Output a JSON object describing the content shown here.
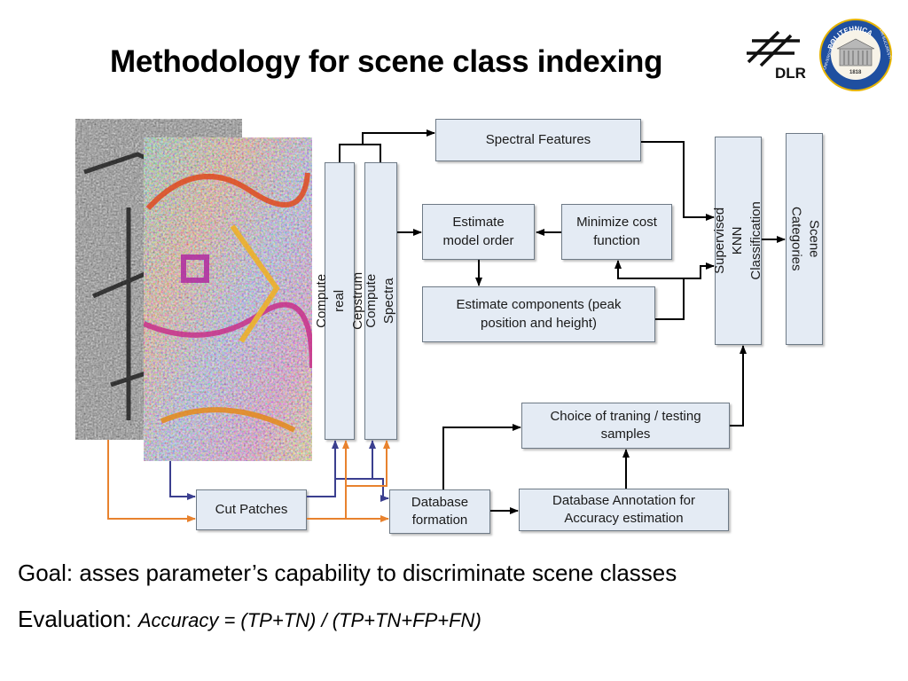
{
  "title": "Methodology for scene class indexing",
  "logos": {
    "dlr_text": "DLR",
    "uni_top": "POLITEHNICA",
    "uni_left": "UNIVERSITATEA",
    "uni_right": "DIN BUCUREȘTI",
    "uni_year": "1818"
  },
  "boxes": {
    "spectral_features": "Spectral Features",
    "compute_cepstrum": "Compute real Cepstrum",
    "compute_spectra": "Compute Spectra",
    "estimate_model_order": "Estimate\nmodel order",
    "minimize_cost": "Minimize cost\nfunction",
    "estimate_components": "Estimate components (peak\nposition and height)",
    "knn": "Supervised KNN\nClassification",
    "scene_categories": "Scene Categories",
    "choice_samples": "Choice of traning / testing\nsamples",
    "cut_patches": "Cut Patches",
    "database_formation": "Database\nformation",
    "database_annotation": "Database Annotation for\nAccuracy estimation"
  },
  "goal_text": "Goal: asses parameter’s capability to discriminate scene classes",
  "evaluation_label": "Evaluation: ",
  "evaluation_formula": "Accuracy = (TP+TN) / (TP+TN+FP+FN)",
  "colors": {
    "box_fill": "#e4ebf4",
    "box_border": "#6e7a86",
    "arrow_black": "#000000",
    "arrow_blue": "#3b3f8f",
    "arrow_orange": "#e8822e"
  }
}
